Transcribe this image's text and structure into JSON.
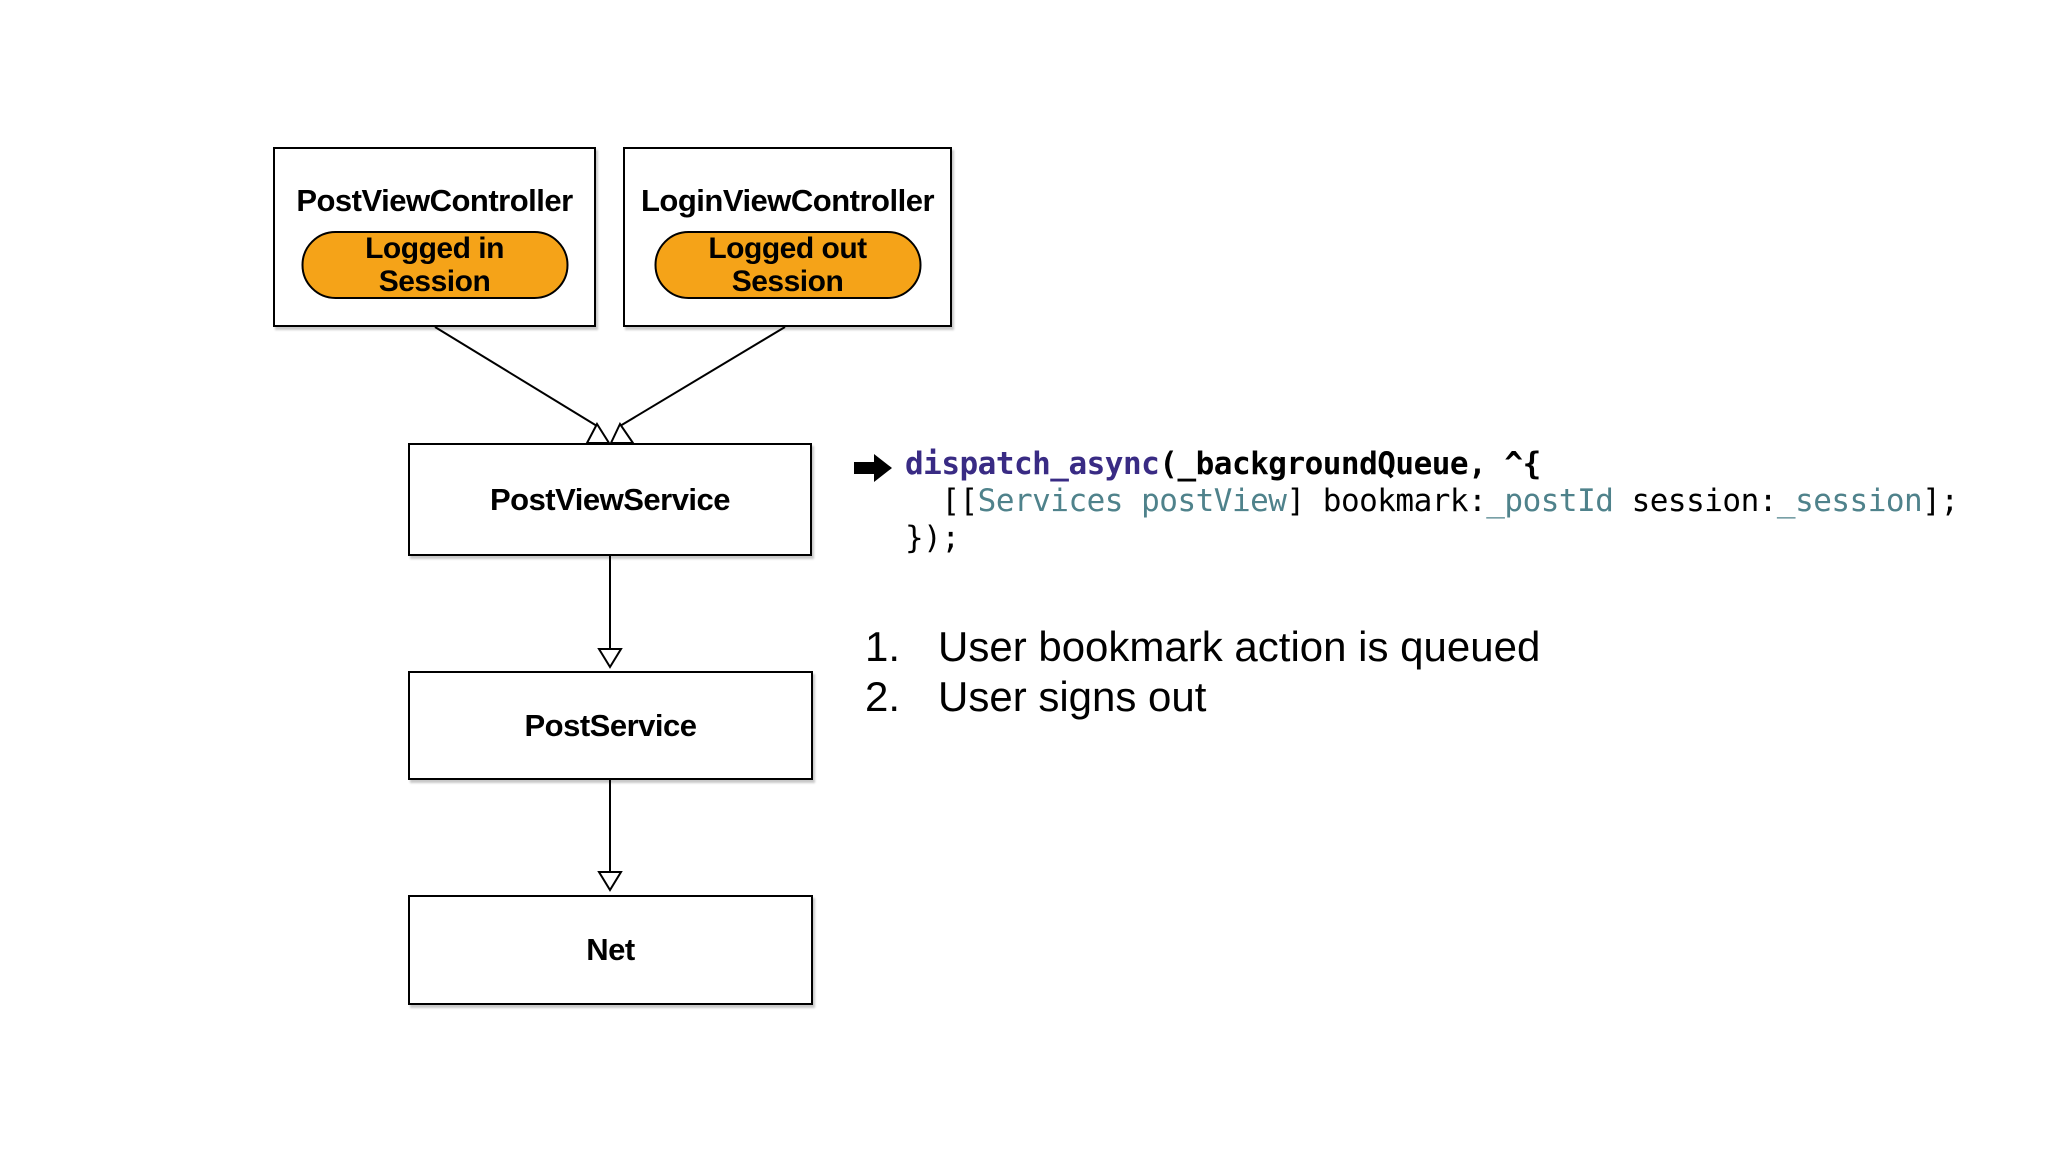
{
  "colors": {
    "orange": "#F5A318",
    "purple": "#392B84",
    "teal": "#4F828B",
    "line": "#000000"
  },
  "diagram": {
    "controllers": [
      {
        "title": "PostViewController",
        "badge": "Logged in Session"
      },
      {
        "title": "LoginViewController",
        "badge": "Logged out Session"
      }
    ],
    "services": [
      {
        "title": "PostViewService"
      },
      {
        "title": "PostService"
      },
      {
        "title": "Net"
      }
    ]
  },
  "code": {
    "line1": {
      "keyword": "dispatch_async",
      "rest": "(_backgroundQueue, ^{"
    },
    "line2": {
      "open": "  [[",
      "class1": "Services",
      "sp1": " ",
      "method1": "postView",
      "close1": "] ",
      "sel1": "bookmark:",
      "arg1": "_postId",
      "sp2": " ",
      "sel2": "session:",
      "arg2": "_session",
      "end": "];"
    },
    "line3": "});"
  },
  "notes": [
    {
      "number": "1.",
      "text": "User bookmark action is queued"
    },
    {
      "number": "2.",
      "text": "User signs out"
    }
  ]
}
